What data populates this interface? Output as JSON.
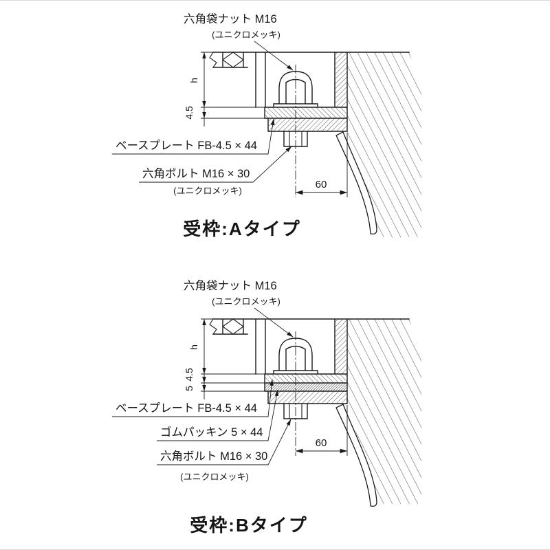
{
  "figure_a": {
    "title": "受枠:Aタイプ",
    "labels": {
      "cap_nut": "六角袋ナット M16",
      "cap_nut_plating": "(ユニクロメッキ)",
      "base_plate": "ベースプレート FB-4.5 × 44",
      "hex_bolt": "六角ボルト M16 × 30",
      "hex_bolt_plating": "(ユニクロメッキ)"
    },
    "dimensions": {
      "frame_height": "h",
      "plate_thickness": "4.5",
      "bolt_edge_distance": "60"
    }
  },
  "figure_b": {
    "title": "受枠:Bタイプ",
    "labels": {
      "cap_nut": "六角袋ナット M16",
      "cap_nut_plating": "(ユニクロメッキ)",
      "base_plate": "ベースプレート FB-4.5 × 44",
      "rubber_packing": "ゴムパッキン 5 × 44",
      "hex_bolt": "六角ボルト M16 × 30",
      "hex_bolt_plating": "(ユニクロメッキ)"
    },
    "dimensions": {
      "frame_height": "h",
      "plate_thickness": "4.5",
      "packing_thickness": "5",
      "bolt_edge_distance": "60"
    }
  },
  "colors": {
    "line": "#1a1a1a",
    "background": "#ffffff"
  }
}
